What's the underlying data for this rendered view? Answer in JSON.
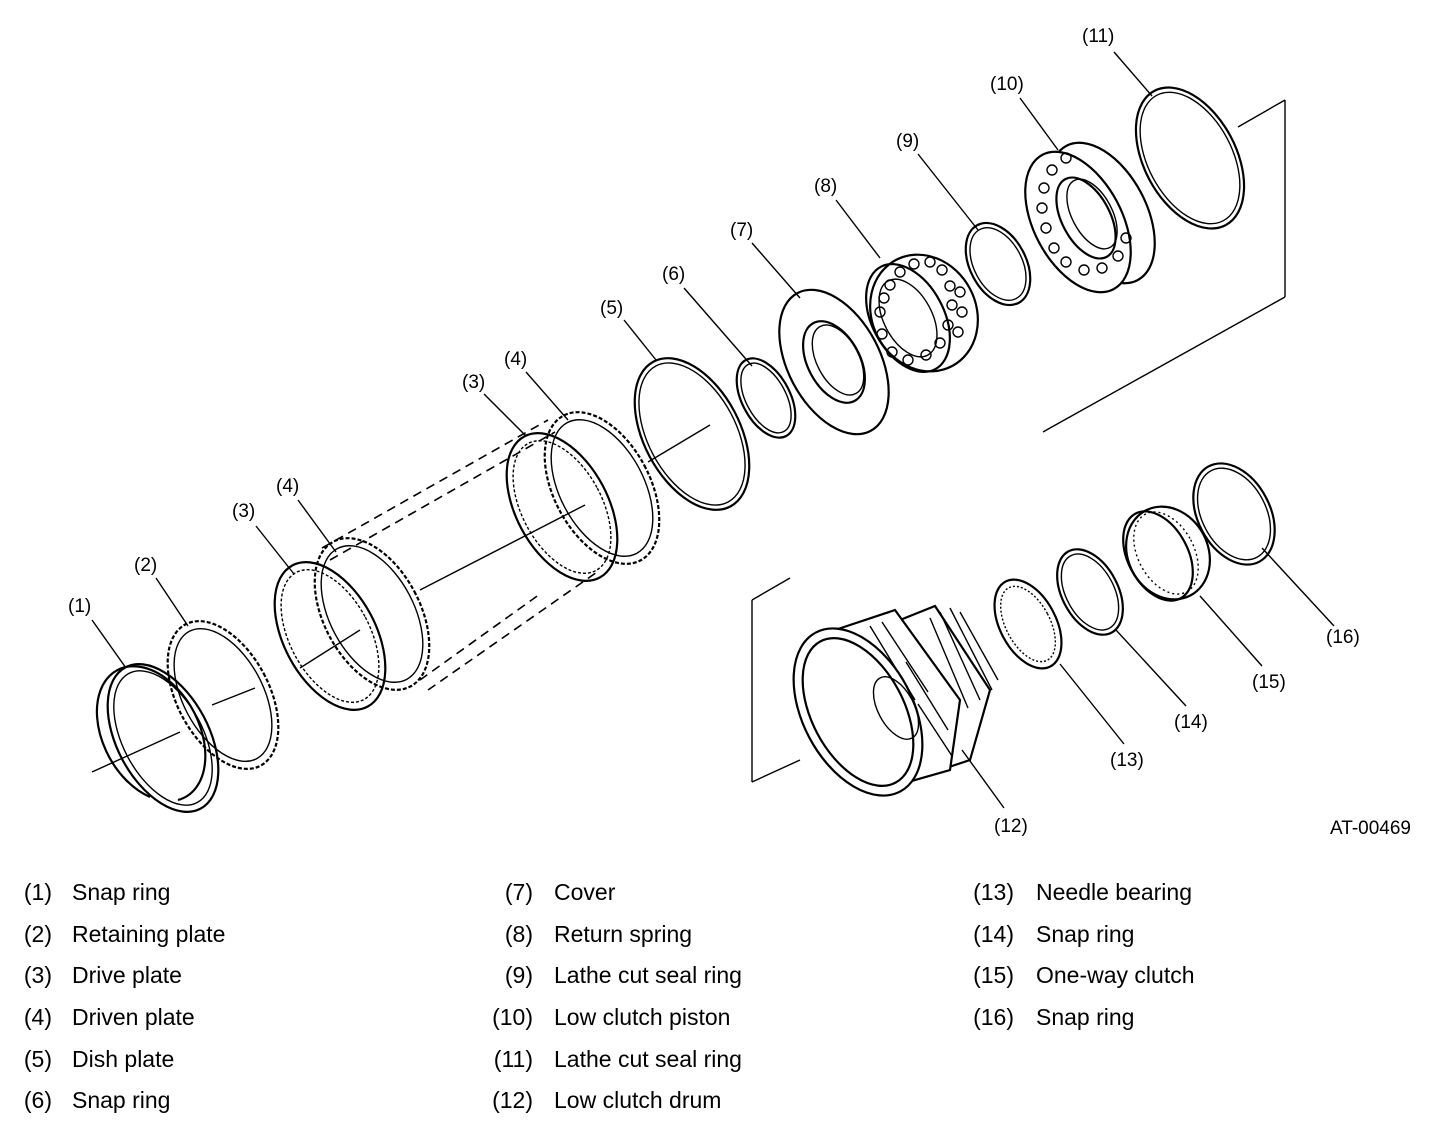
{
  "figure_code": "AT-00469",
  "callouts": [
    "(1)",
    "(2)",
    "(3)",
    "(4)",
    "(3)",
    "(4)",
    "(5)",
    "(6)",
    "(7)",
    "(8)",
    "(9)",
    "(10)",
    "(11)",
    "(12)",
    "(13)",
    "(14)",
    "(15)",
    "(16)"
  ],
  "legend": {
    "col1": [
      {
        "num": "(1)",
        "label": "Snap ring"
      },
      {
        "num": "(2)",
        "label": "Retaining plate"
      },
      {
        "num": "(3)",
        "label": "Drive plate"
      },
      {
        "num": "(4)",
        "label": "Driven plate"
      },
      {
        "num": "(5)",
        "label": "Dish plate"
      },
      {
        "num": "(6)",
        "label": "Snap ring"
      }
    ],
    "col2": [
      {
        "num": "(7)",
        "label": "Cover"
      },
      {
        "num": "(8)",
        "label": "Return spring"
      },
      {
        "num": "(9)",
        "label": "Lathe cut seal ring"
      },
      {
        "num": "(10)",
        "label": "Low clutch piston"
      },
      {
        "num": "(11)",
        "label": "Lathe cut seal ring"
      },
      {
        "num": "(12)",
        "label": "Low clutch drum"
      }
    ],
    "col3": [
      {
        "num": "(13)",
        "label": "Needle bearing"
      },
      {
        "num": "(14)",
        "label": "Snap ring"
      },
      {
        "num": "(15)",
        "label": "One-way clutch"
      },
      {
        "num": "(16)",
        "label": "Snap ring"
      }
    ]
  }
}
